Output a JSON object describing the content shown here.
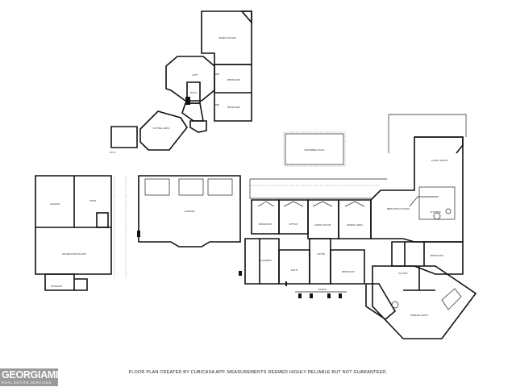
{
  "labels": {
    "bonus_room": "BONUS ROOM",
    "bedroom_1": "BEDROOM",
    "bedroom_2": "BEDROOM",
    "loft": "LOFT",
    "bath_up": "BATH",
    "sitting_area": "SITTING AREA",
    "attic": "ATTIC",
    "swimming_pool": "SWIMMING POOL",
    "living_room": "LIVING ROOM",
    "garage_left": "GARAGE",
    "shop": "SHOP",
    "recreation_room": "RECREATION ROOM",
    "storage": "STORAGE",
    "garage_center": "GARAGE",
    "bedroom_left": "BEDROOM",
    "office": "OFFICE",
    "living_room_main": "LIVING ROOM",
    "dining_area": "DINING AREA",
    "breakfast_room": "BREAKFAST ROOM",
    "kitchen": "KITCHEN",
    "laundry": "LAUNDRY",
    "bath_main": "BATH",
    "foyer": "FOYER",
    "porch": "PORCH",
    "bedroom_main": "BEDROOM",
    "closet": "CLOSET",
    "bedroom_right": "BEDROOM",
    "primary_bath": "PRIMARY BATH"
  },
  "footer_text": "FLOOR PLAN CREATED BY CUBICASA APP. MEASUREMENTS DEEMED HIGHLY RELIABLE BUT NOT GUARANTEED.",
  "logo": {
    "main": "GEORGIAMLS",
    "sub": "REAL ESTATE SERVICES"
  }
}
